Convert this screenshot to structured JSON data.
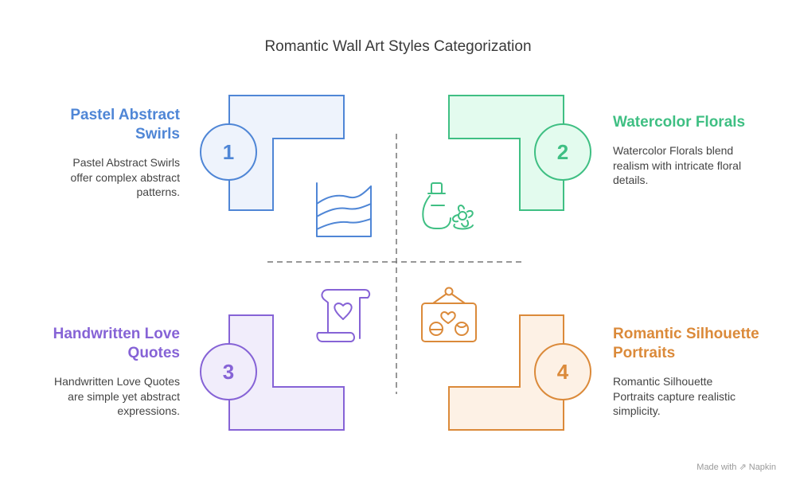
{
  "title": "Romantic Wall Art Styles Categorization",
  "colors": {
    "blue": "#4F86D6",
    "blue_fill": "#EEF3FC",
    "green": "#3FBF83",
    "green_fill": "#E3FBEE",
    "purple": "#8663D6",
    "purple_fill": "#F1EDFB",
    "orange": "#DB8A3A",
    "orange_fill": "#FDF1E5"
  },
  "quadrants": [
    {
      "number": "1",
      "title": "Pastel Abstract Swirls",
      "description": "Pastel Abstract Swirls offer complex abstract patterns.",
      "icon": "wavy-lines-chart-icon"
    },
    {
      "number": "2",
      "title": "Watercolor Florals",
      "description": "Watercolor Florals blend realism with intricate floral details.",
      "icon": "paint-bottle-flower-icon"
    },
    {
      "number": "3",
      "title": "Handwritten Love Quotes",
      "description": "Handwritten Love Quotes are simple yet abstract expressions.",
      "icon": "scroll-heart-icon"
    },
    {
      "number": "4",
      "title": "Romantic Silhouette Portraits",
      "description": "Romantic Silhouette Portraits capture realistic simplicity.",
      "icon": "hanging-frame-portraits-icon"
    }
  ],
  "footer": {
    "credit": "Made with ⇗ Napkin"
  }
}
